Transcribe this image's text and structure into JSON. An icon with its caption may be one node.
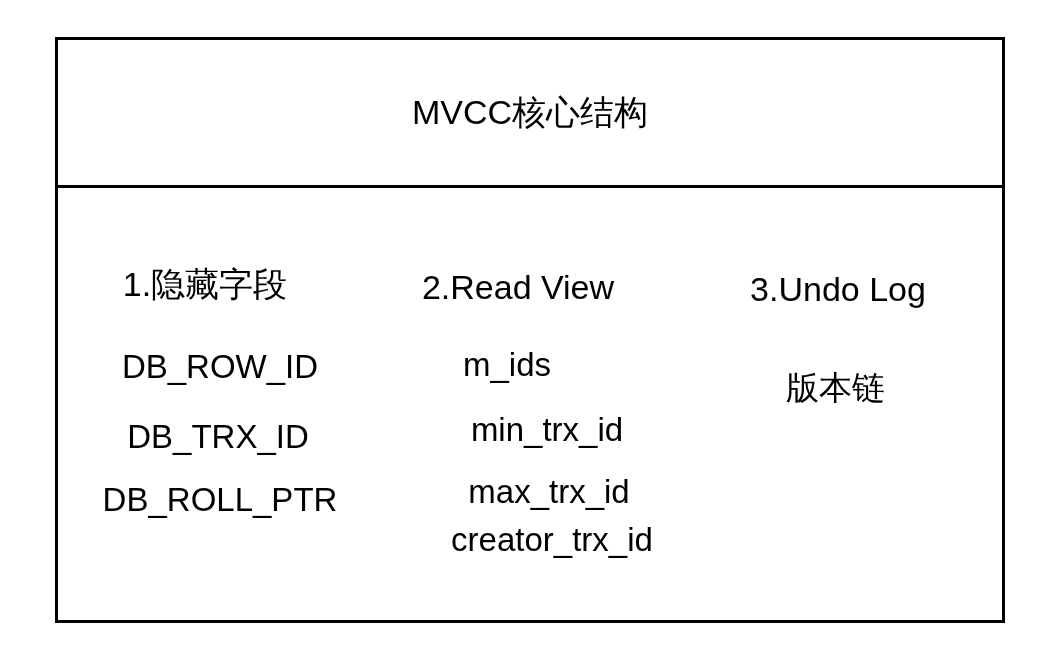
{
  "diagram": {
    "nodes": [
      {
        "text": [
          "MVCC核心结构"
        ]
      }
    ],
    "edges": [],
    "labels": [
      "1.隐藏字段",
      "DB_ROW_ID",
      "DB_TRX_ID",
      "DB_ROLL_PTR",
      "2.Read View",
      "m_ids",
      "min_trx_id",
      "max_trx_id",
      "creator_trx_id",
      "3.Undo Log",
      "版本链"
    ]
  }
}
